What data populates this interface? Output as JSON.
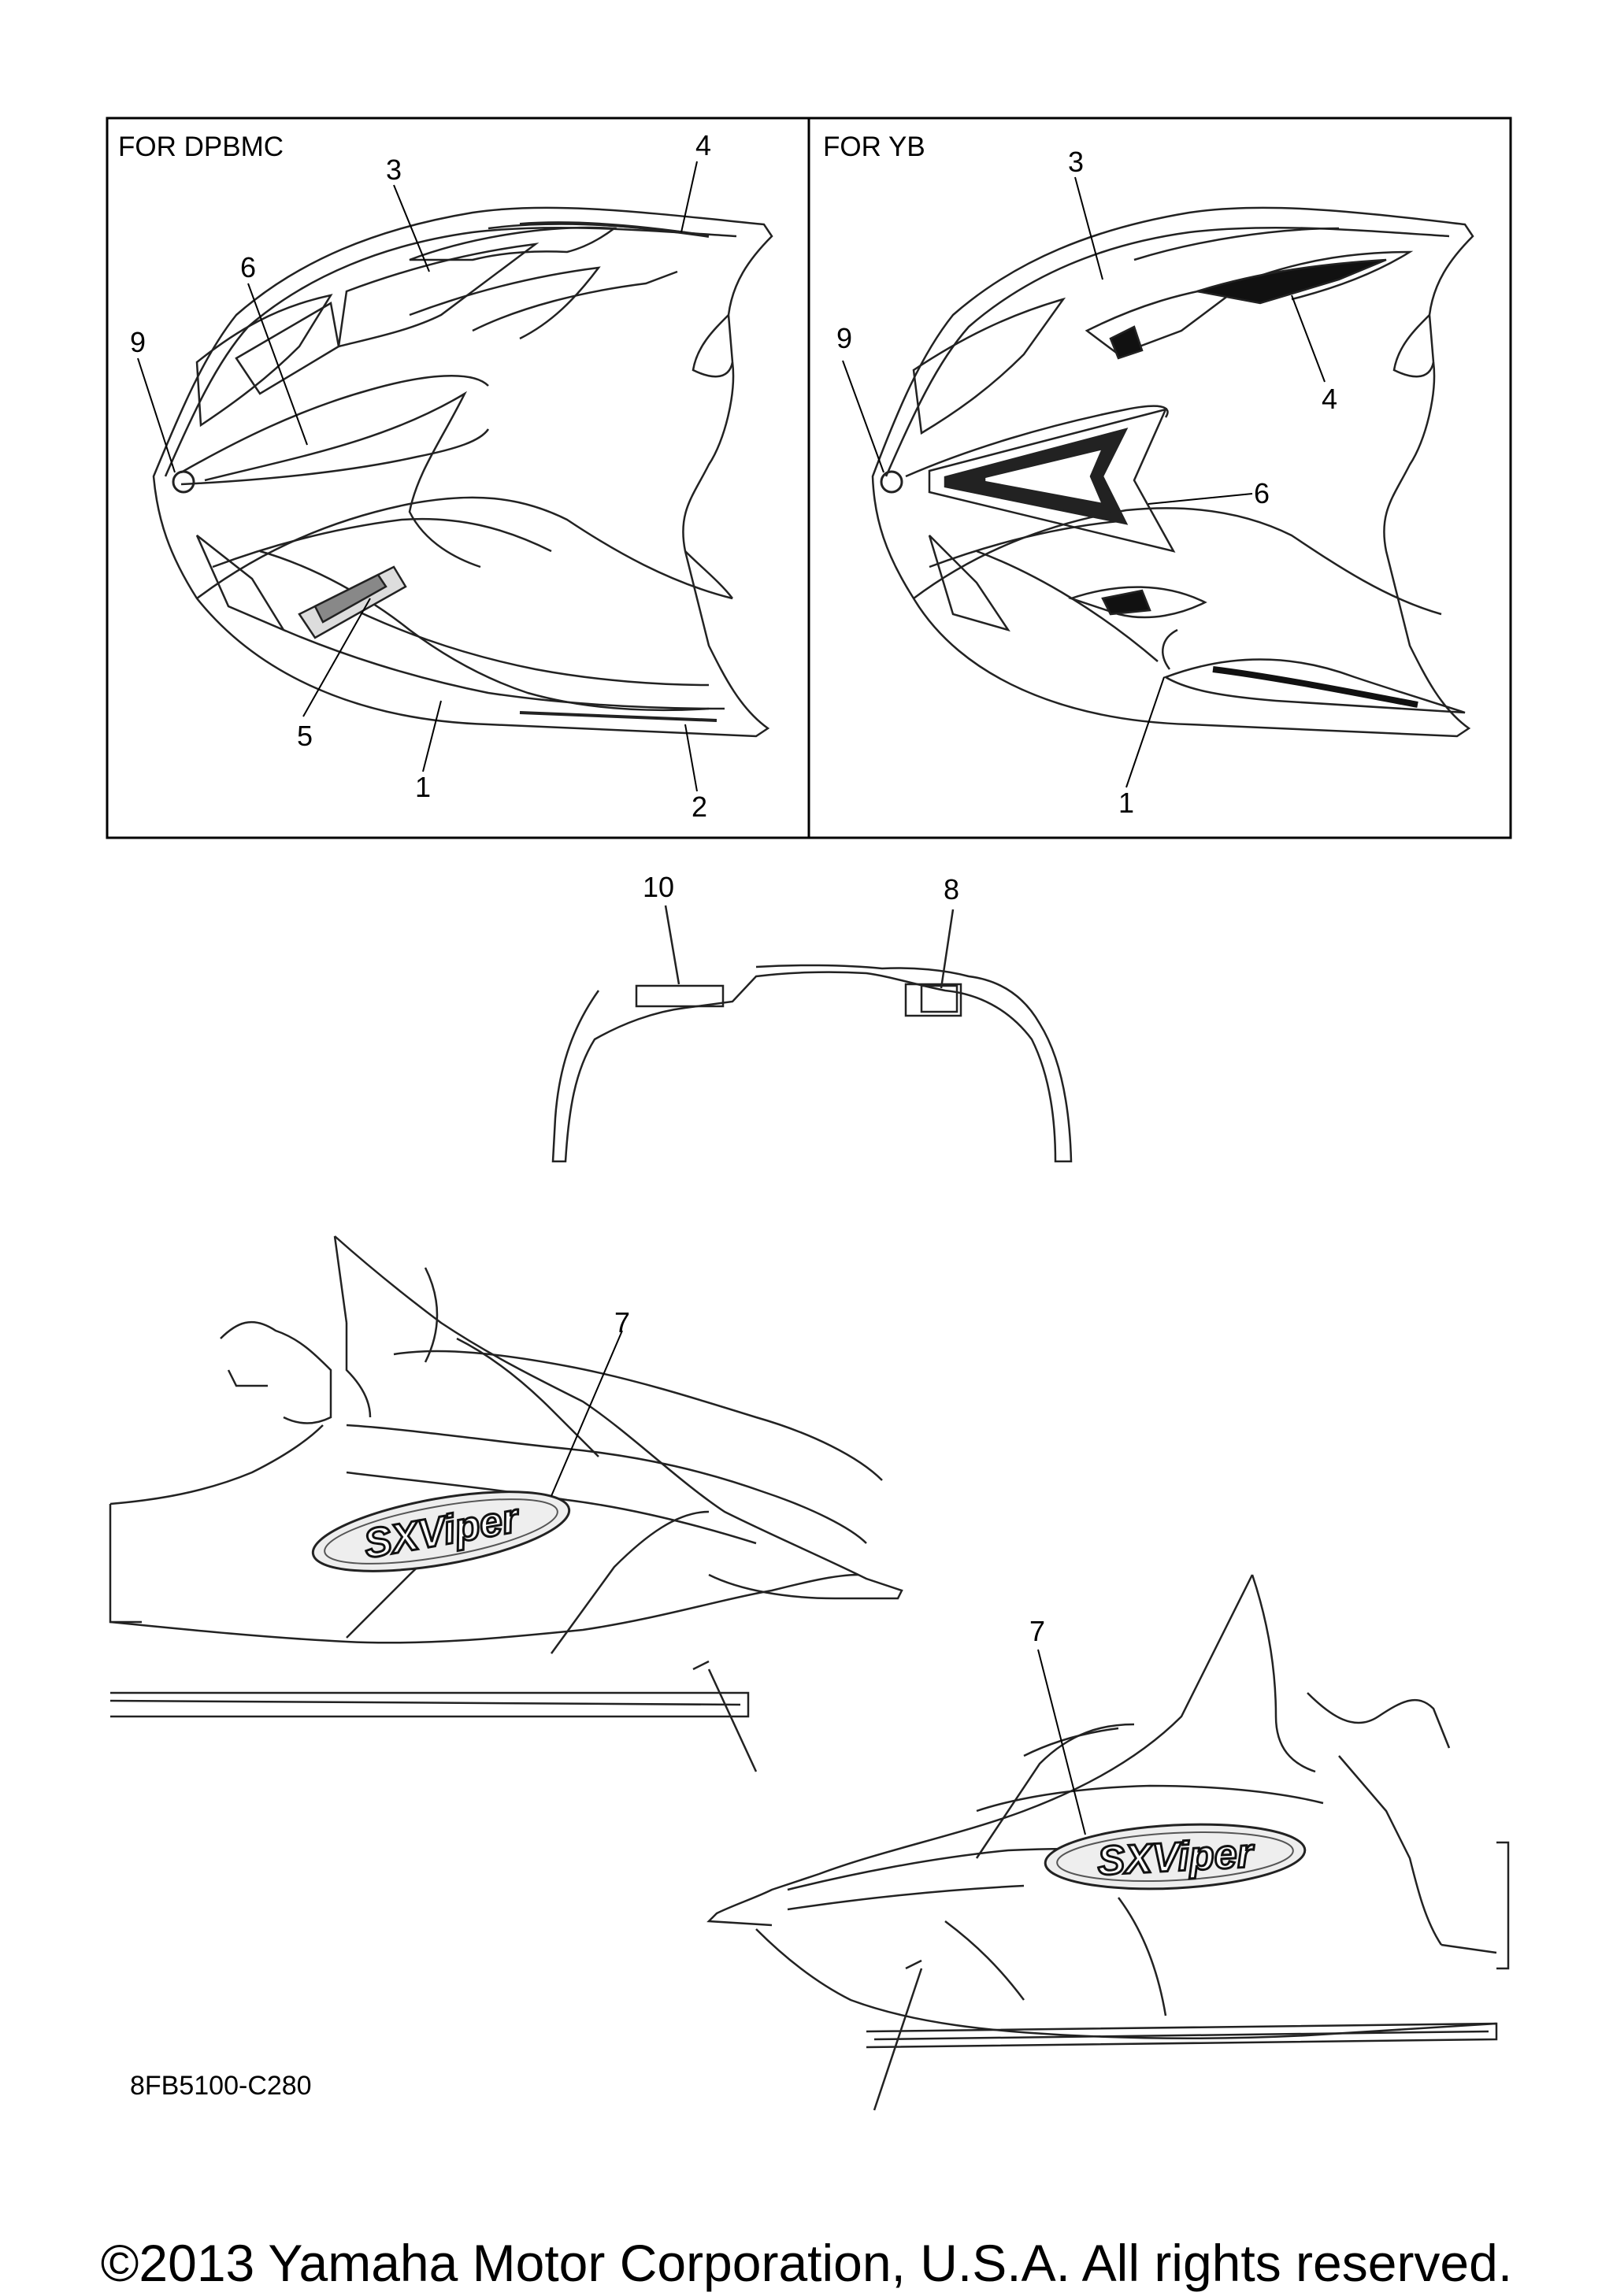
{
  "panels": {
    "left_title": "FOR DPBMC",
    "right_title": "FOR YB"
  },
  "callouts": {
    "left": {
      "p1": "1",
      "p2": "2",
      "p3": "3",
      "p4": "4",
      "p5": "5",
      "p6": "6",
      "p9": "9"
    },
    "right": {
      "p1": "1",
      "p3": "3",
      "p4": "4",
      "p6": "6",
      "p9": "9"
    },
    "middle": {
      "p8": "8",
      "p10": "10"
    },
    "lower": {
      "p7a": "7",
      "p7b": "7"
    }
  },
  "decal_logo_text": "SXViper",
  "diagram_code": "8FB5100-C280",
  "copyright": "©2013 Yamaha Motor Corporation, U.S.A. All rights reserved."
}
